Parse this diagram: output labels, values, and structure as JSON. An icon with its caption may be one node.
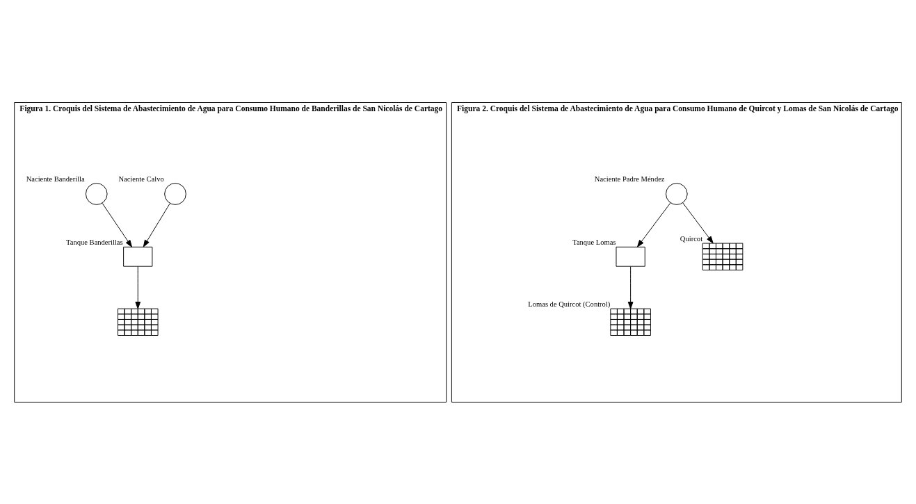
{
  "diagram": {
    "nodes": [
      {
        "text": [
          "Figura 1. Croquis del Sistema de Abastecimiento de Agua para Consumo Humano de Banderillas de San Nicolás de Cartago"
        ]
      },
      {
        "text": [
          "Naciente Calvo"
        ],
        "in": 0
      },
      {
        "text": [
          "Naciente Banderilla"
        ],
        "in": 0
      },
      {
        "text": [
          "Tanque Banderillas"
        ],
        "in": 0
      },
      {
        "text": [],
        "shape": "grid",
        "in": 0
      },
      {
        "text": [
          "Figura 2. Croquis del Sistema de Abastecimiento de Agua para Consumo Humano de Quircot y Lomas de San Nicolás de Cartago"
        ]
      },
      {
        "text": [
          "Naciente Padre Méndez"
        ],
        "in": 5
      },
      {
        "text": [
          "Tanque Lomas"
        ],
        "in": 5
      },
      {
        "text": [
          "Quircot"
        ],
        "in": 5
      },
      {
        "text": [
          "Lomas de Quircot (Control)"
        ],
        "in": 5
      }
    ],
    "edges": [
      {
        "from": 1,
        "to": 3,
        "arrow": "to"
      },
      {
        "from": 2,
        "to": 3,
        "arrow": "to"
      },
      {
        "from": 3,
        "to": 4,
        "arrow": "to"
      },
      {
        "from": 6,
        "to": 8,
        "arrow": "to"
      },
      {
        "from": 6,
        "to": 7,
        "arrow": "to"
      },
      {
        "from": 7,
        "to": 9,
        "arrow": "to"
      }
    ]
  }
}
